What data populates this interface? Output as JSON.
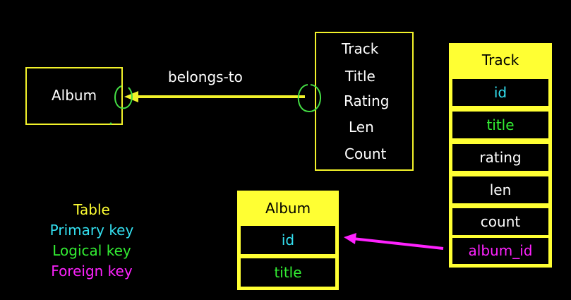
{
  "colors": {
    "background": "#000000",
    "table": "#ffff33",
    "primary_key": "#33e0f0",
    "logical_key": "#33ee33",
    "foreign_key": "#ff22ff",
    "plain_field": "#ffffff",
    "arrow_yellow": "#f2f22a",
    "arrow_magenta": "#ff22ff",
    "annotation_green": "#44dd44"
  },
  "album_entity": {
    "label": "Album"
  },
  "relation_label": "belongs-to",
  "track_entity": {
    "title": "Track",
    "attributes": [
      "Title",
      "Rating",
      "Len",
      "Count"
    ]
  },
  "track_table": {
    "header": "Track",
    "fields": [
      {
        "name": "id",
        "kind": "primary_key"
      },
      {
        "name": "title",
        "kind": "logical_key"
      },
      {
        "name": "rating",
        "kind": "plain_field"
      },
      {
        "name": "len",
        "kind": "plain_field"
      },
      {
        "name": "count",
        "kind": "plain_field"
      },
      {
        "name": "album_id",
        "kind": "foreign_key"
      }
    ]
  },
  "album_table": {
    "header": "Album",
    "fields": [
      {
        "name": "id",
        "kind": "primary_key"
      },
      {
        "name": "title",
        "kind": "logical_key"
      }
    ]
  },
  "legend": {
    "table": "Table",
    "primary_key": "Primary key",
    "logical_key": "Logical key",
    "foreign_key": "Foreign key"
  }
}
